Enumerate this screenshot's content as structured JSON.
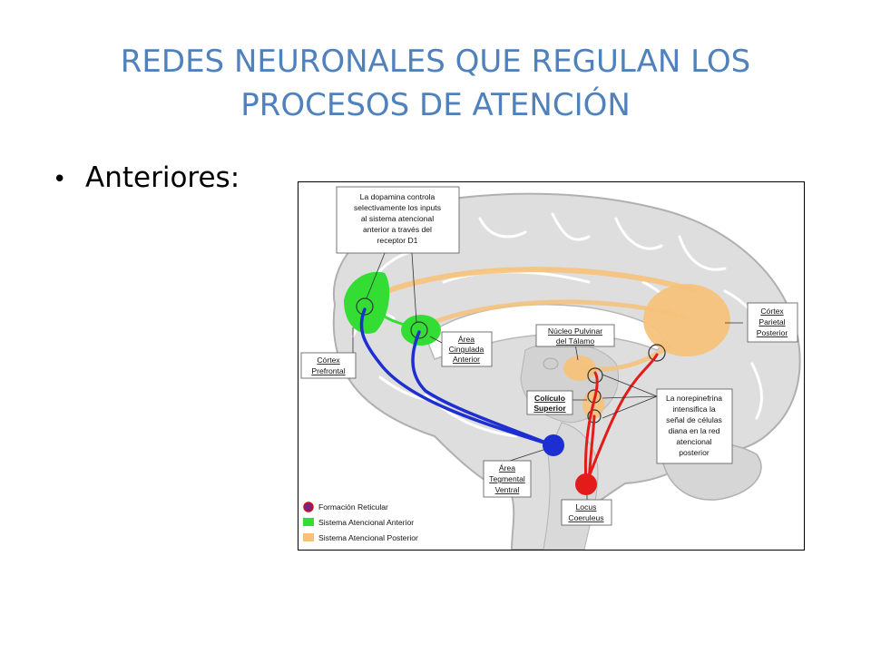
{
  "slide": {
    "title_line1": "REDES NEURONALES QUE REGULAN LOS",
    "title_line2": "PROCESOS DE ATENCIÓN",
    "bullet_text": "Anteriores:",
    "title_color": "#4f81bd"
  },
  "diagram": {
    "box_dopamina": [
      "La dopamina controla",
      "selectivamente los inputs",
      "al sistema atencional",
      "anterior a través del",
      "receptor D1"
    ],
    "box_cortex_prefrontal": [
      "Córtex",
      "Prefrontal"
    ],
    "box_area_cingulada": [
      "Área",
      "Cingulada",
      "Anterior"
    ],
    "box_nucleo_pulvinar": [
      "Núcleo Pulvinar",
      "del Tálamo"
    ],
    "box_coliculo": [
      "Colículo",
      "Superior"
    ],
    "box_cortex_parietal": [
      "Córtex",
      "Parietal",
      "Posterior"
    ],
    "box_norepinefrina": [
      "La norepinefrina",
      "intensifica la",
      "señal de células",
      "diana en la red",
      "atencional",
      "posterior"
    ],
    "box_area_tegmental": [
      "Área",
      "Tegmental",
      "Ventral"
    ],
    "box_locus": [
      "Locus",
      "Coeruleus"
    ],
    "legend": [
      {
        "label": "Formación Reticular",
        "color": "#7a1f8a"
      },
      {
        "label": "Sistema Atencional Anterior",
        "color": "#33dd33"
      },
      {
        "label": "Sistema Atencional Posterior",
        "color": "#f6c27a"
      }
    ],
    "colors": {
      "anterior_green": "#33dd33",
      "posterior_orange": "#f6c27a",
      "dopamine_blue": "#1d2fd0",
      "norepinephrine_red": "#e41b1b",
      "brain_gray": "#cfcfcf"
    }
  }
}
